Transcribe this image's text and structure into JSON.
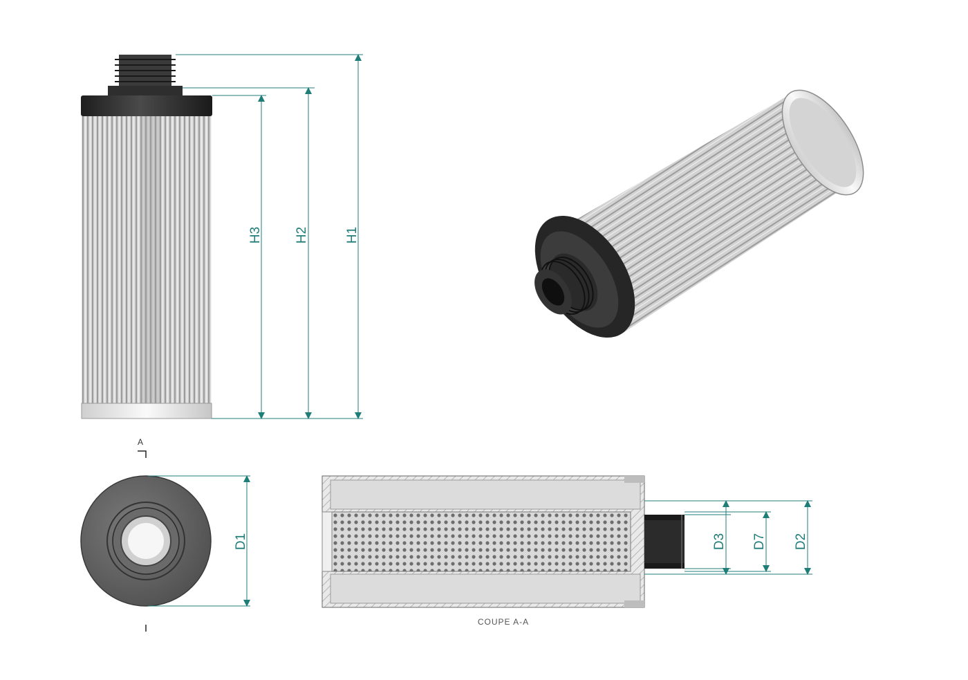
{
  "dimensions": {
    "h1": "H1",
    "h2": "H2",
    "h3": "H3",
    "d1": "D1",
    "d2": "D2",
    "d3": "D3",
    "d7": "D7"
  },
  "section_mark": "A",
  "section_caption": "COUPE A-A",
  "colors": {
    "dimension": "#1f7d78",
    "rubber": "#2b2b2b",
    "pleat_light": "#d8d8d8",
    "pleat_dark": "#8a8a8a",
    "metal": "#e6e6e6"
  }
}
